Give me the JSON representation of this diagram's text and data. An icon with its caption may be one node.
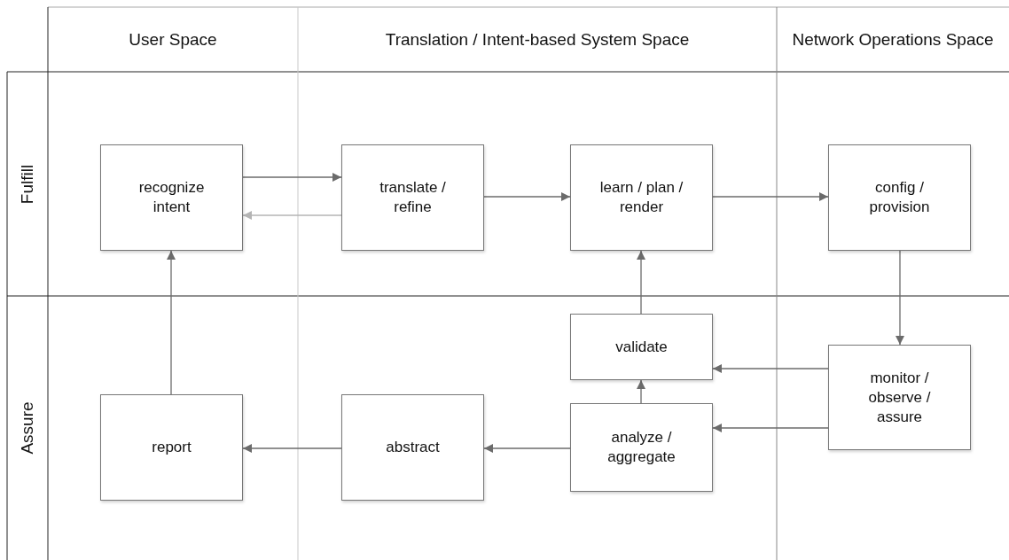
{
  "diagram": {
    "nodes": [
      {
        "text": [
          "recognize intent"
        ]
      },
      {
        "text": [
          "translate / refine"
        ]
      },
      {
        "text": [
          "learn / plan / render"
        ]
      },
      {
        "text": [
          "config / provision"
        ]
      },
      {
        "text": [
          "validate"
        ]
      },
      {
        "text": [
          "monitor / observe / assure"
        ]
      },
      {
        "text": [
          "report"
        ]
      },
      {
        "text": [
          "abstract"
        ]
      },
      {
        "text": [
          "analyze / aggregate"
        ]
      }
    ],
    "edges": [
      {
        "from": 0,
        "to": 1,
        "arrow": "to"
      },
      {
        "from": 1,
        "to": 0,
        "arrow": "to",
        "color": "#b4b4b4"
      },
      {
        "from": 1,
        "to": 2,
        "arrow": "to"
      },
      {
        "from": 2,
        "to": 3,
        "arrow": "to"
      },
      {
        "from": 3,
        "to": 5,
        "arrow": "to"
      },
      {
        "from": 5,
        "to": 4,
        "arrow": "to"
      },
      {
        "from": 5,
        "to": 8,
        "arrow": "to"
      },
      {
        "from": 8,
        "to": 4,
        "arrow": "to"
      },
      {
        "from": 4,
        "to": 2,
        "arrow": "to"
      },
      {
        "from": 8,
        "to": 7,
        "arrow": "to"
      },
      {
        "from": 7,
        "to": 6,
        "arrow": "to"
      },
      {
        "from": 6,
        "to": 0,
        "arrow": "to"
      }
    ],
    "labels": [
      "User Space",
      "Translation / Intent-based System Space",
      "Network Operations Space",
      "Fulfill",
      "Assure"
    ]
  }
}
